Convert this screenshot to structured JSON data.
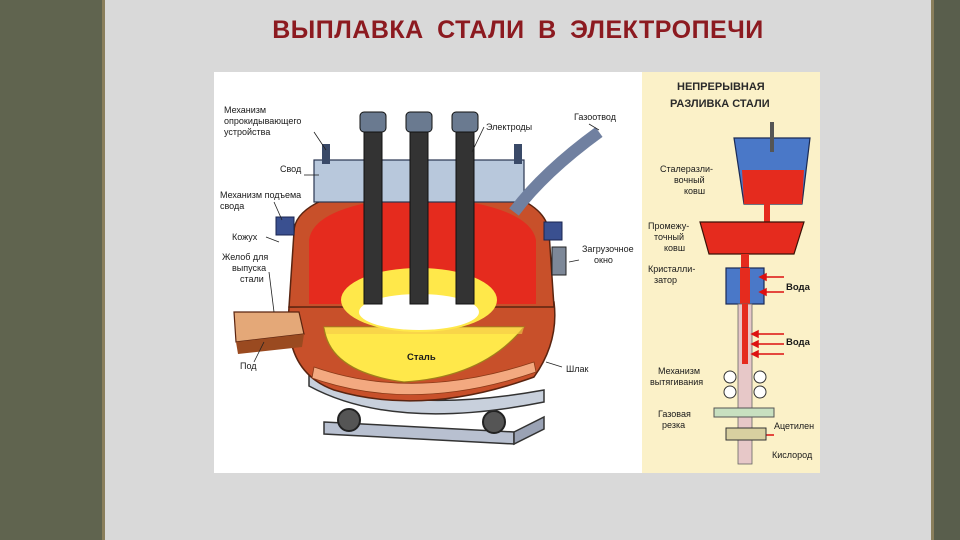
{
  "slide": {
    "title": "ВЫПЛАВКА   СТАЛИ  В  ЭЛЕКТРОПЕЧИ"
  },
  "furnace_labels": {
    "tilt_mechanism": [
      "Механизм",
      "опрокидывающего",
      "устройства"
    ],
    "roof": "Свод",
    "roof_lift": [
      "Механизм подъема",
      "свода"
    ],
    "shell": "Кожух",
    "tap_spout": [
      "Желоб для",
      "выпуска",
      "стали"
    ],
    "hearth": "Под",
    "electrodes": "Электроды",
    "gas_outlet": "Газоотвод",
    "charging_door": [
      "Загрузочное",
      "окно"
    ],
    "slag": "Шлак",
    "steel": "Сталь"
  },
  "casting_labels": {
    "title": [
      "НЕПРЕРЫВНАЯ",
      "РАЗЛИВКА СТАЛИ"
    ],
    "ladle": [
      "Сталеразли-",
      "вочный",
      "ковш"
    ],
    "tundish": [
      "Промежу-",
      "точный",
      "ковш"
    ],
    "crystallizer": [
      "Кристалли-",
      "затор"
    ],
    "water_1": "Вода",
    "water_2": "Вода",
    "withdrawal": [
      "Механизм",
      "вытягивания"
    ],
    "gas_cutting": [
      "Газовая",
      "резка"
    ],
    "acetylene": "Ацетилен",
    "oxygen": "Кислород"
  },
  "colors": {
    "title": "#8c1a20",
    "brick": "#c8502a",
    "molten": "#e52b1e",
    "steel_yellow": "#ffe84a",
    "ladle_blue": "#4a78c8"
  }
}
